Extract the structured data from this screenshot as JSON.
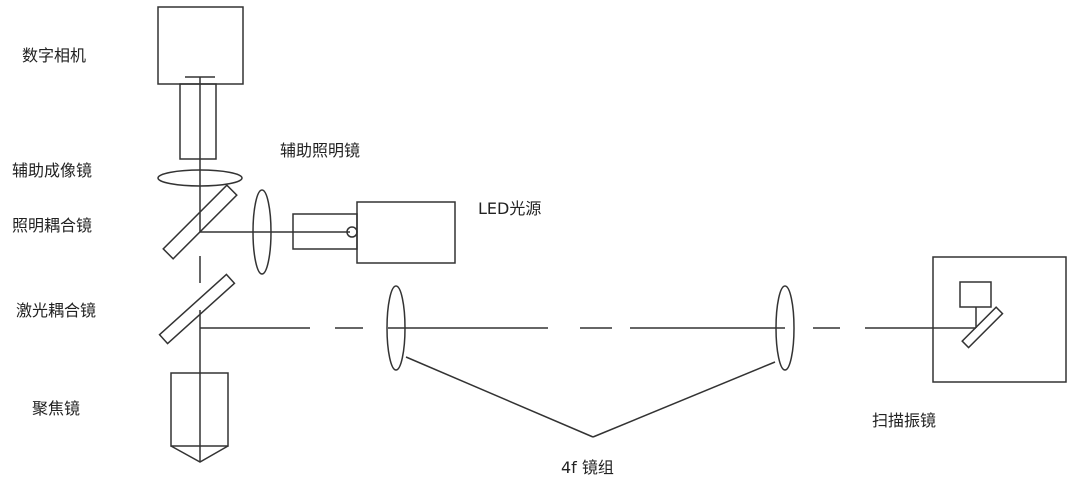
{
  "labels": {
    "camera": "数字相机",
    "aux_imaging_lens": "辅助成像镜",
    "illum_coupling_mirror": "照明耦合镜",
    "laser_coupling_mirror": "激光耦合镜",
    "focusing_lens": "聚焦镜",
    "aux_illum_lens": "辅助照明镜",
    "led_source": "LED光源",
    "scan_galvo": "扫描振镜",
    "lens_group_4f": "4f 镜组"
  }
}
